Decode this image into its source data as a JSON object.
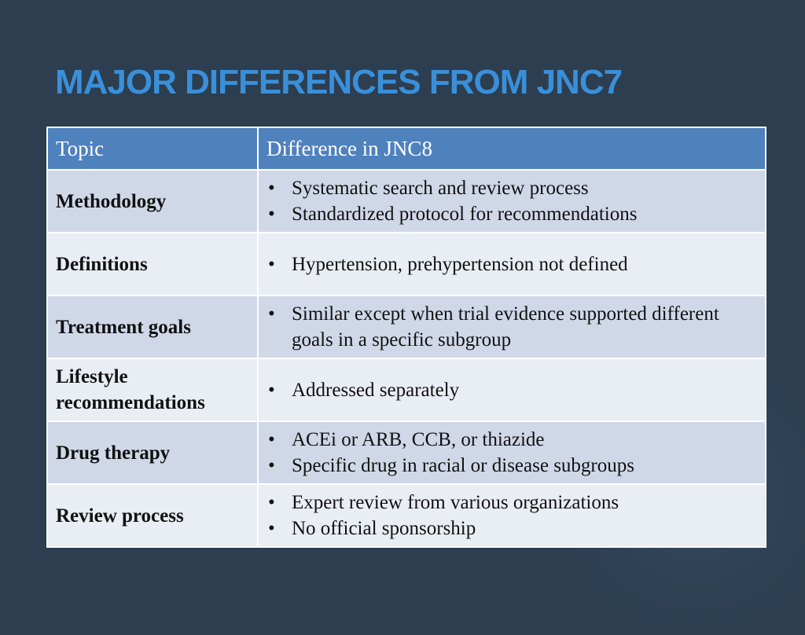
{
  "slide": {
    "title": "MAJOR DIFFERENCES FROM JNC7"
  },
  "table": {
    "headers": [
      "Topic",
      "Difference in JNC8"
    ],
    "rows": [
      {
        "topic": "Methodology",
        "items": [
          "Systematic search and review process",
          "Standardized protocol for recommendations"
        ]
      },
      {
        "topic": "Definitions",
        "items": [
          "Hypertension, prehypertension not defined"
        ]
      },
      {
        "topic": "Treatment goals",
        "items": [
          "Similar except when trial evidence supported different goals in a specific subgroup"
        ]
      },
      {
        "topic": "Lifestyle recommendations",
        "items": [
          "Addressed separately"
        ]
      },
      {
        "topic": "Drug therapy",
        "items": [
          "ACEi or ARB, CCB, or thiazide",
          "Specific drug in racial or disease subgroups"
        ]
      },
      {
        "topic": "Review process",
        "items": [
          "Expert review from various organizations",
          "No official sponsorship"
        ]
      }
    ]
  }
}
